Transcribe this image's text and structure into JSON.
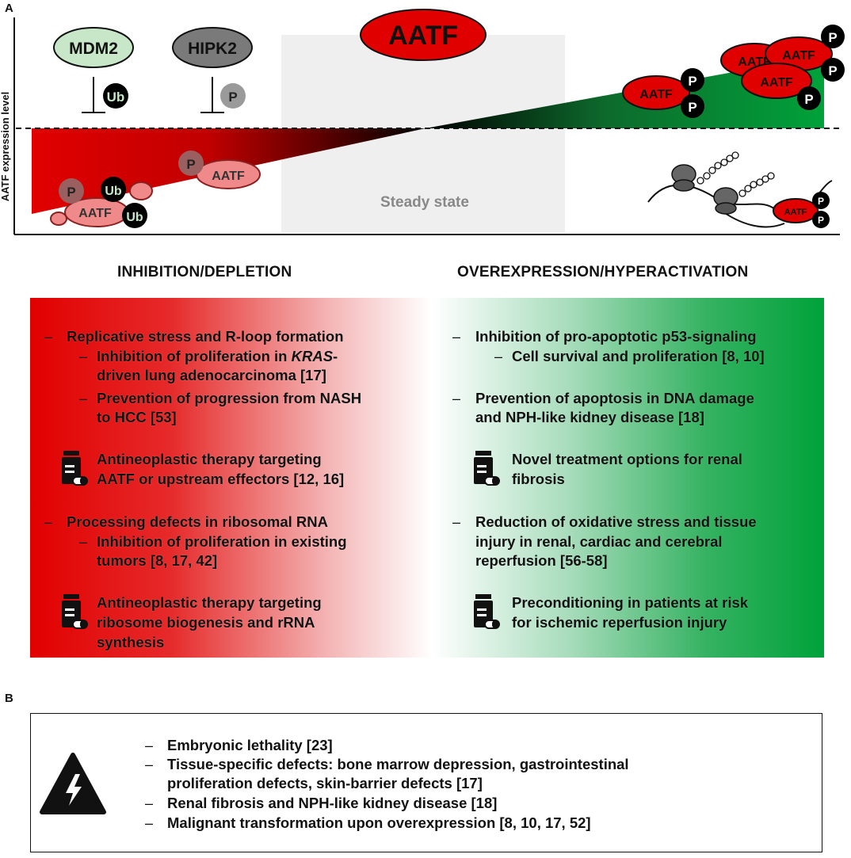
{
  "panel_a": {
    "letter": "A",
    "y_axis_label": "AATF expression level",
    "center_protein": "AATF",
    "steady_state": "Steady state",
    "regulators": {
      "mdm2": "MDM2",
      "hipk2": "HIPK2"
    },
    "mod_ub": "Ub",
    "mod_p": "P",
    "protein": "AATF",
    "colors": {
      "inhibition": "#e10000",
      "overexpression": "#00a23a",
      "steady": "#efefef"
    }
  },
  "left": {
    "heading": "INHIBITION/DEPLETION",
    "items": [
      {
        "text": "Replicative stress and R-loop formation"
      },
      {
        "text_italic": "KRAS",
        "text_before": "Inhibition of proliferation in ",
        "text_after": "-"
      },
      {
        "text": "driven lung adenocarcinoma [17]"
      },
      {
        "text": "Prevention of progression from NASH"
      },
      {
        "text": "to HCC [53]"
      },
      {
        "text": "Antineoplastic therapy targeting"
      },
      {
        "text": "AATF or upstream effectors [12, 16]"
      },
      {
        "text": "Processing defects in ribosomal RNA"
      },
      {
        "text": "Inhibition of proliferation in existing"
      },
      {
        "text": "tumors [8, 17, 42]"
      },
      {
        "text": "Antineoplastic therapy targeting"
      },
      {
        "text": "ribosome biogenesis and rRNA"
      },
      {
        "text": "synthesis"
      }
    ]
  },
  "right": {
    "heading": "OVEREXPRESSION/HYPERACTIVATION",
    "items": [
      {
        "text": "Inhibition of pro-apoptotic p53-signaling"
      },
      {
        "text": "Cell survival and proliferation [8, 10]"
      },
      {
        "text": "Prevention of apoptosis in DNA damage"
      },
      {
        "text": "and NPH-like kidney disease [18]"
      },
      {
        "text": "Novel treatment options for renal"
      },
      {
        "text": "fibrosis"
      },
      {
        "text": "Reduction of oxidative stress and tissue"
      },
      {
        "text": "injury in renal, cardiac and cerebral"
      },
      {
        "text": "reperfusion [56-58]"
      },
      {
        "text": "Preconditioning in patients at risk"
      },
      {
        "text": "for ischemic reperfusion injury"
      }
    ]
  },
  "panel_b": {
    "letter": "B",
    "items": [
      "Embryonic lethality [23]",
      "Tissue-specific defects: bone marrow depression, gastrointestinal",
      "proliferation defects, skin-barrier defects [17]",
      "Renal fibrosis and NPH-like kidney disease [18]",
      "Malignant transformation upon overexpression [8, 10, 17, 52]"
    ]
  },
  "dash_char": "–"
}
